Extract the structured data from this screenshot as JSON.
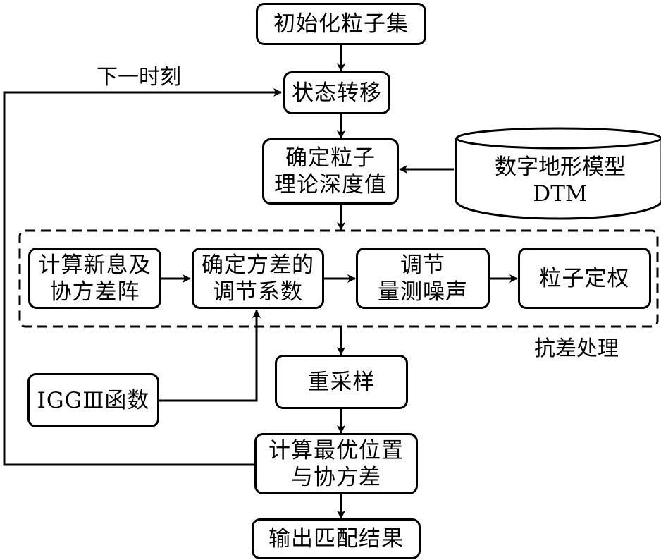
{
  "diagram": {
    "type": "flowchart",
    "nodes": {
      "init": "初始化粒子集",
      "transition": "状态转移",
      "depth_line1": "确定粒子",
      "depth_line2": "理论深度值",
      "dtm_line1": "数字地形模型",
      "dtm_line2": "DTM",
      "innovation_line1": "计算新息及",
      "innovation_line2": "协方差阵",
      "coef_line1": "确定方差的",
      "coef_line2": "调节系数",
      "noise_line1": "调节",
      "noise_line2": "量测噪声",
      "weight": "粒子定权",
      "resample": "重采样",
      "igg": "IGGⅢ函数",
      "optimal_line1": "计算最优位置",
      "optimal_line2": "与协方差",
      "output": "输出匹配结果"
    },
    "labels": {
      "next_time": "下一时刻",
      "robust_group": "抗差处理"
    },
    "edges": [
      {
        "from": "初始化粒子集",
        "to": "状态转移"
      },
      {
        "from": "状态转移",
        "to": "确定粒子理论深度值"
      },
      {
        "from": "数字地形模型DTM",
        "to": "确定粒子理论深度值"
      },
      {
        "from": "确定粒子理论深度值",
        "to": "抗差处理"
      },
      {
        "from": "计算新息及协方差阵",
        "to": "确定方差的调节系数"
      },
      {
        "from": "确定方差的调节系数",
        "to": "调节量测噪声"
      },
      {
        "from": "调节量测噪声",
        "to": "粒子定权"
      },
      {
        "from": "IGGⅢ函数",
        "to": "确定方差的调节系数"
      },
      {
        "from": "抗差处理",
        "to": "重采样"
      },
      {
        "from": "重采样",
        "to": "计算最优位置与协方差"
      },
      {
        "from": "计算最优位置与协方差",
        "to": "输出匹配结果"
      },
      {
        "from": "计算最优位置与协方差",
        "to": "状态转移",
        "label": "下一时刻"
      }
    ]
  }
}
